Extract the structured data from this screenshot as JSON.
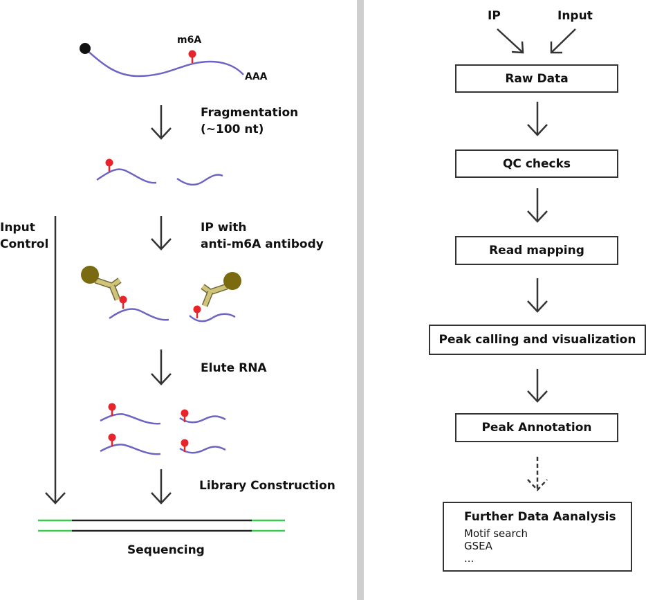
{
  "colors": {
    "rna": "#6b64c2",
    "m6a": "#e8232a",
    "antibody_fill": "#cfc47a",
    "antibody_stroke": "#6e6636",
    "antibody_head": "#7a6a10",
    "adapter": "#38c94e",
    "insert": "#222222",
    "divider": "#cfcfcf",
    "arrow": "#333333"
  },
  "left": {
    "m6a_label": "m6A",
    "polya_label": "AAA",
    "steps": {
      "fragmentation": [
        "Fragmentation",
        "(~100 nt)"
      ],
      "ip": [
        "IP with",
        "anti-m6A antibody"
      ],
      "elute": "Elute RNA",
      "library": "Library Construction",
      "sequencing": "Sequencing"
    },
    "input_control": [
      "Input",
      "Control"
    ]
  },
  "right": {
    "inputs": [
      "IP",
      "Input"
    ],
    "boxes": [
      "Raw Data",
      "QC checks",
      "Read mapping",
      "Peak calling and visualization",
      "Peak Annotation"
    ],
    "further": {
      "title": "Further Data Aanalysis",
      "items": [
        "Motif search",
        "GSEA",
        "..."
      ]
    }
  }
}
